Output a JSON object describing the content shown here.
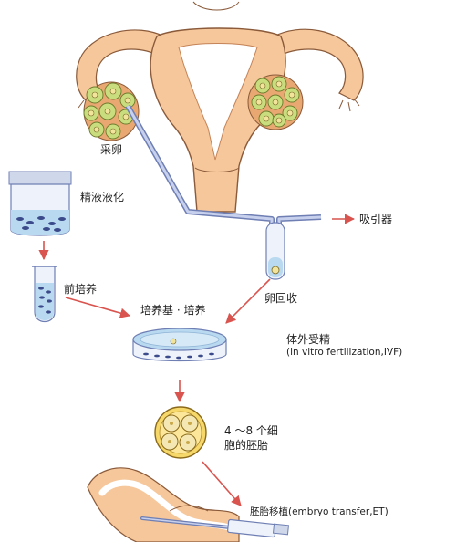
{
  "labels": {
    "egg_retrieval": "采卵",
    "sperm_liquefaction": "精液液化",
    "suction_device": "吸引器",
    "pre_culture": "前培养",
    "egg_recovery": "卵回收",
    "medium_culture": "培养基 · 培养",
    "ivf_title": "体外受精",
    "ivf_term": "(in vitro fertilization,IVF)",
    "embryo_stage_line1": "4 ～8 个细",
    "embryo_stage_line2": "胞的胚胎",
    "embryo_transfer": "胚胎移植(embryo transfer,ET)"
  },
  "colors": {
    "tissue": "#f6c79a",
    "tissue_dark": "#e9a872",
    "tissue_outline": "#8a5a3a",
    "follicle": "#c9dd7e",
    "egg": "#f2e49a",
    "tube": "#9aa9d6",
    "arrow": "#d9544f",
    "dish": "#b9d9f0",
    "sperm": "#3a4a8a"
  },
  "icons": [
    "uterus-icon",
    "ovary-icon",
    "aspiration-tube-icon",
    "specimen-jar-icon",
    "test-tube-icon",
    "petri-dish-icon",
    "embryo-icon",
    "catheter-icon"
  ]
}
